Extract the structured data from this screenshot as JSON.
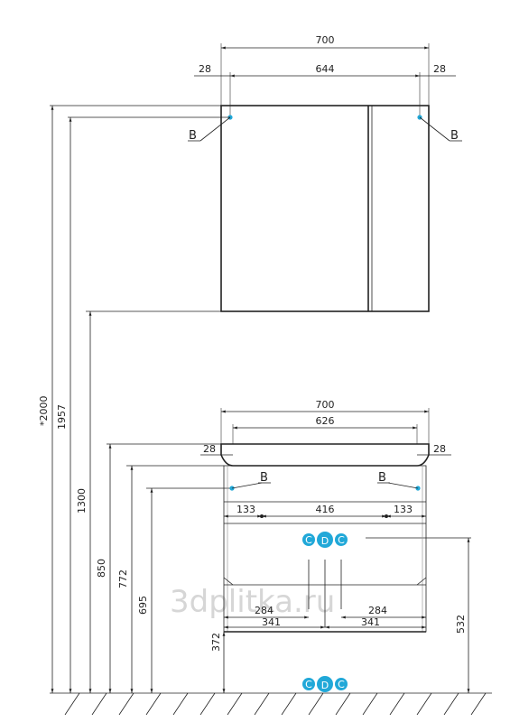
{
  "watermark": "3dplitka.ru",
  "mirror": {
    "width": "700",
    "inner": "644",
    "side_left": "28",
    "side_right": "28",
    "label_left": "B",
    "label_right": "B"
  },
  "heights": {
    "total": "*2000",
    "mirror_top": "1957",
    "mirror_bottom": "1300",
    "sink_top": "850",
    "cabinet_top": "772",
    "inlet": "695",
    "lower_panel": "372",
    "drain": "532"
  },
  "sink": {
    "width": "700",
    "inner": "626",
    "side_left": "28",
    "side_right": "28",
    "label_left": "B",
    "label_right": "B",
    "handles_left": "133",
    "handles_mid": "416",
    "handles_right": "133",
    "drain_left_a": "284",
    "drain_left_b": "341",
    "drain_right_a": "284",
    "drain_right_b": "341"
  },
  "connectors": {
    "upper": [
      "C",
      "D",
      "C"
    ],
    "floor": [
      "C",
      "D",
      "C"
    ]
  },
  "colors": {
    "line": "#222222",
    "accent": "#21a8d8",
    "watermark": "#d6d6d6"
  }
}
